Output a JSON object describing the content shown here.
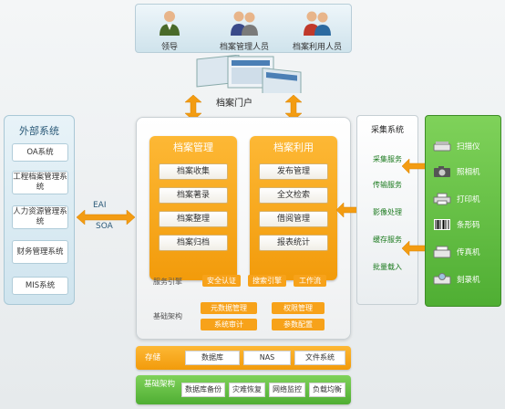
{
  "users": [
    "领导",
    "档案管理人员",
    "档案利用人员"
  ],
  "portal": {
    "label": "档案门户"
  },
  "center": {
    "mgmt": {
      "title": "档案管理",
      "items": [
        "档案收集",
        "档案著录",
        "档案整理",
        "档案归档"
      ]
    },
    "use": {
      "title": "档案利用",
      "items": [
        "发布管理",
        "全文检索",
        "借阅管理",
        "报表统计"
      ]
    },
    "service_engine": {
      "label": "服务引擎",
      "tags": [
        "安全认证",
        "搜索引擎",
        "工作流"
      ]
    },
    "base_arch": {
      "label": "基础架构",
      "tags": [
        "元数据管理",
        "权限管理",
        "系统审计",
        "参数配置"
      ]
    }
  },
  "left": {
    "title": "外部系统",
    "items": [
      "OA系统",
      "工程档案管理系统",
      "人力资源管理系统",
      "财务管理系统",
      "MIS系统"
    ]
  },
  "links": {
    "eai": "EAI",
    "soa": "SOA"
  },
  "collect": {
    "title": "采集系统",
    "items": [
      "采集服务",
      "传输服务",
      "影像处理",
      "缓存服务",
      "批量载入"
    ]
  },
  "devices": [
    "扫描仪",
    "照相机",
    "打印机",
    "条形码",
    "传真机",
    "刻录机"
  ],
  "storage": {
    "label": "存储",
    "items": [
      "数据库",
      "NAS",
      "文件系统"
    ]
  },
  "base": {
    "label": "基础架构",
    "items": [
      "数据库备份",
      "灾难恢复",
      "网络监控",
      "负载均衡"
    ]
  },
  "colors": {
    "orange": "#f7a21a",
    "green": "#4fae33",
    "blue_panel": "#cfe4ee"
  }
}
